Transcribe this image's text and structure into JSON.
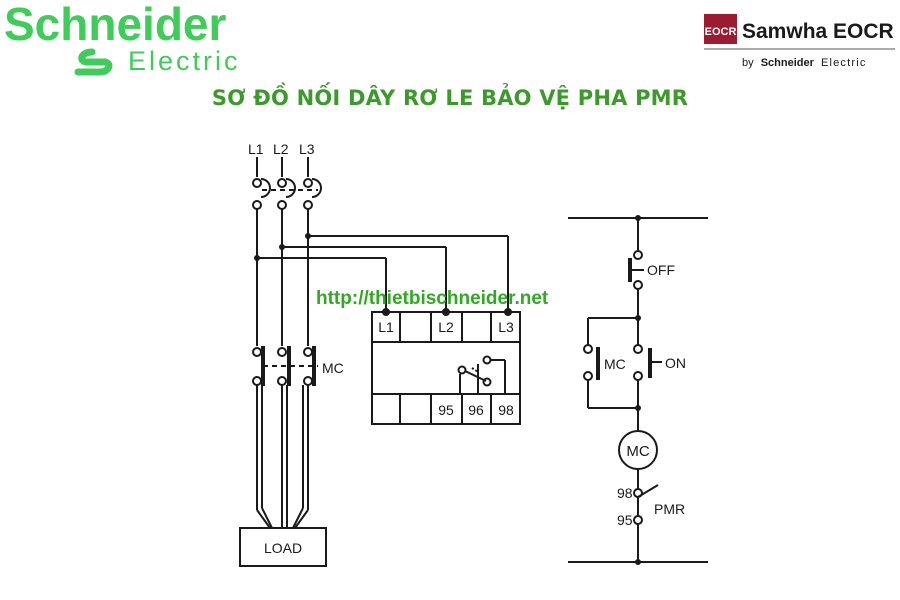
{
  "header": {
    "brand_left": {
      "line1": "Schneider",
      "line2": "Electric"
    },
    "brand_right": {
      "badge": "EOCR",
      "name": "Samwha EOCR",
      "by": "by",
      "by_brand": "Schneider",
      "by_electric": "Electric"
    }
  },
  "title": "SƠ ĐỒ NỐI DÂY RƠ LE BẢO VỆ PHA PMR",
  "website": "http://thietbischneider.net",
  "colors": {
    "brand_green": "#3dcd58",
    "title_green": "#3c9a2b",
    "website_green": "#2faa22",
    "line": "#1a1a1a",
    "eocr_red": "#9b1b30"
  },
  "power_circuit": {
    "phases": [
      "L1",
      "L2",
      "L3"
    ],
    "contactor_label": "MC",
    "load_label": "LOAD"
  },
  "relay": {
    "top_terminals": [
      "L1",
      "",
      "L2",
      "",
      "L3"
    ],
    "bottom_terminals": [
      "",
      "",
      "95",
      "96",
      "98"
    ]
  },
  "control_circuit": {
    "off_label": "OFF",
    "on_label": "ON",
    "mc_contact_label": "MC",
    "coil_label": "MC",
    "pmr_terminal_top": "98",
    "pmr_terminal_bottom": "95",
    "pmr_label": "PMR"
  }
}
